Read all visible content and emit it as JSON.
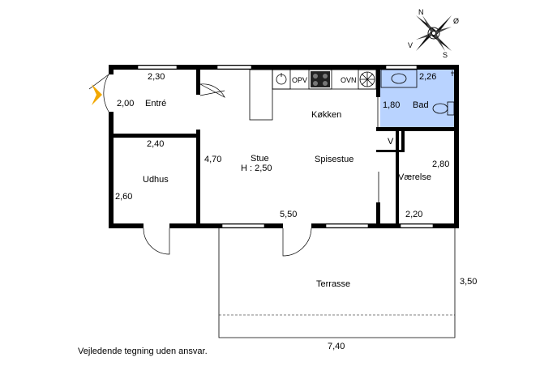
{
  "rooms": {
    "entre": "Entré",
    "udhus": "Udhus",
    "stue": "Stue",
    "stue_height": "H : 2,50",
    "kokken": "Køkken",
    "spisestue": "Spisestue",
    "bad": "Bad",
    "vaerelse": "Værelse",
    "terrasse": "Terrasse"
  },
  "dimensions": {
    "entre_width": "2,30",
    "entre_depth": "2,00",
    "udhus_width": "2,40",
    "udhus_depth": "2,60",
    "stue_depth": "4,70",
    "main_width": "5,50",
    "bad_width": "2,26",
    "bad_depth": "1,80",
    "vaerelse_depth": "2,80",
    "vaerelse_width": "2,20",
    "terrasse_depth": "3,50",
    "terrasse_width": "7,40"
  },
  "fixtures": {
    "oven_label": "OPV",
    "ovn_label": "OVN",
    "v_label": "V"
  },
  "compass": {
    "n": "N",
    "o": "Ø",
    "s": "S",
    "v": "V"
  },
  "colors": {
    "bathroom_fill": "#b9d3ff",
    "entrance_arrow": "#f2a800"
  },
  "disclaimer": "Vejledende tegning uden ansvar."
}
